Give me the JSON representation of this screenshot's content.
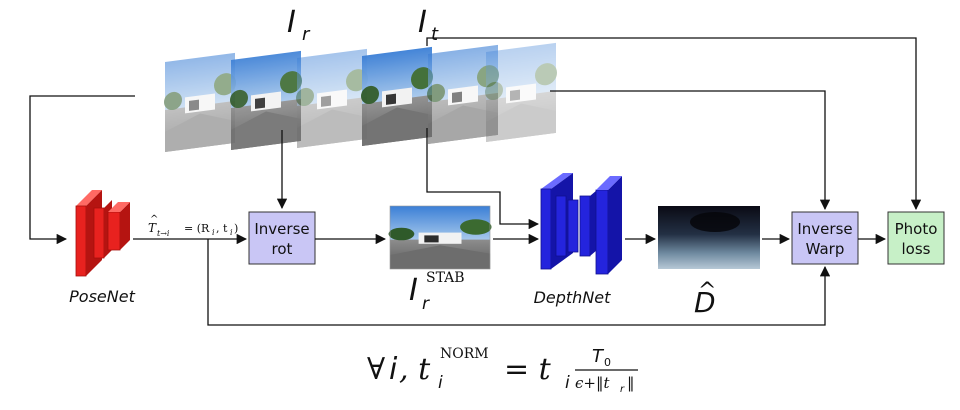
{
  "diagram": {
    "top_labels": {
      "ir": "I",
      "ir_sub": "r",
      "it": "I",
      "it_sub": "t"
    },
    "posenet": {
      "label": "PoseNet",
      "color": "#e8221f"
    },
    "depthnet": {
      "label": "DepthNet",
      "color": "#2222dd"
    },
    "pose_edge_label": {
      "hat": "^",
      "T": "T",
      "sub": "t→i",
      "eq": "= (R",
      "ri": "i",
      "comma": ", t",
      "ti": "i",
      "close": ")"
    },
    "inverse_rot": {
      "line1": "Inverse",
      "line2": "rot",
      "color": "#c9c6f5"
    },
    "inverse_warp": {
      "line1": "Inverse",
      "line2": "Warp",
      "color": "#c9c6f5"
    },
    "photo_loss": {
      "line1": "Photo",
      "line2": "loss",
      "color": "#c7f0c7"
    },
    "stab_label": {
      "I": "I",
      "sub": "r",
      "sup": "STAB"
    },
    "depth_label": {
      "hat": "^",
      "D": "D"
    },
    "formula": {
      "forall": "∀",
      "i": "i",
      "comma": ", t",
      "sub_i": "i",
      "sup_norm": "NORM",
      "eq": " = t",
      "sub_i2": "i",
      "num": "T",
      "num_sub": "0",
      "den": "ϵ+‖t",
      "den_sub": "r",
      "den_end": "‖"
    }
  }
}
